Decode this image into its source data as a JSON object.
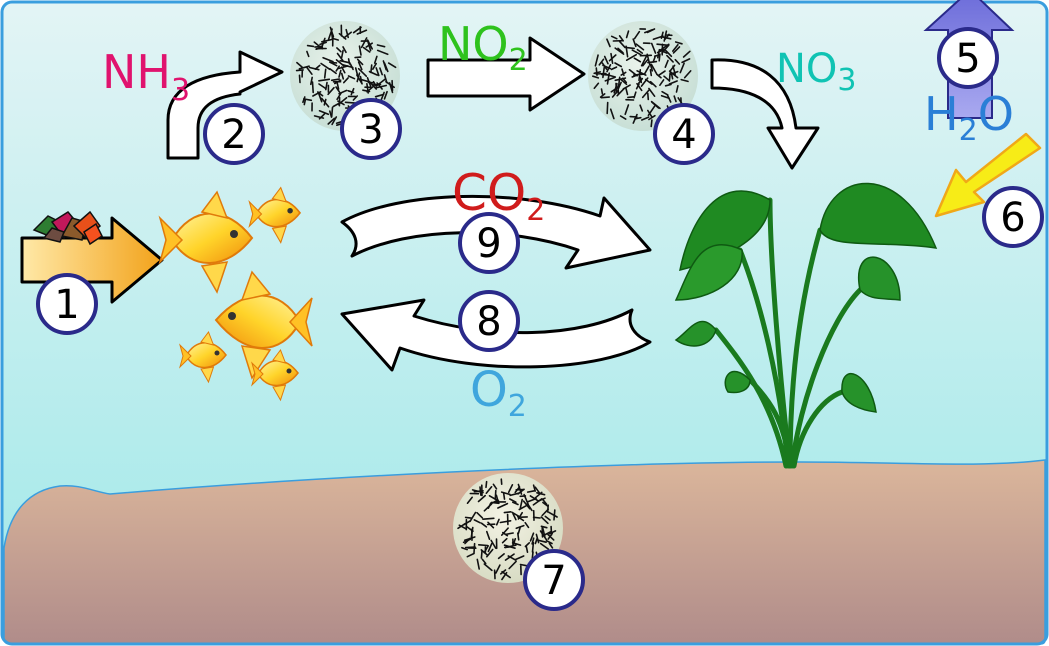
{
  "chemicals": {
    "nh3": {
      "base": "NH",
      "sub": "3",
      "color": "#e0136e"
    },
    "no2": {
      "base": "NO",
      "sub": "2",
      "color": "#2ec21d"
    },
    "no3": {
      "base": "NO",
      "sub": "3",
      "color": "#10c3b3"
    },
    "h2o": {
      "pre": "H",
      "sub": "2",
      "post": "O",
      "color": "#2a7fd6"
    },
    "co2": {
      "base": "CO",
      "sub": "2",
      "color": "#d01c1c"
    },
    "o2": {
      "base": "O",
      "sub": "2",
      "color": "#3fa6dd"
    }
  },
  "markers": [
    "1",
    "2",
    "3",
    "4",
    "5",
    "6",
    "7",
    "8",
    "9"
  ],
  "colors": {
    "water_top": "#e3f4f5",
    "water_bottom": "#9ee8e8",
    "sand_top": "#dab49a",
    "sand_bottom": "#b28e8a",
    "frame": "#3a9ede",
    "marker_ring": "#2a2a8a",
    "leaf": "#1f8a22",
    "leaf_dark": "#0f5a12"
  }
}
